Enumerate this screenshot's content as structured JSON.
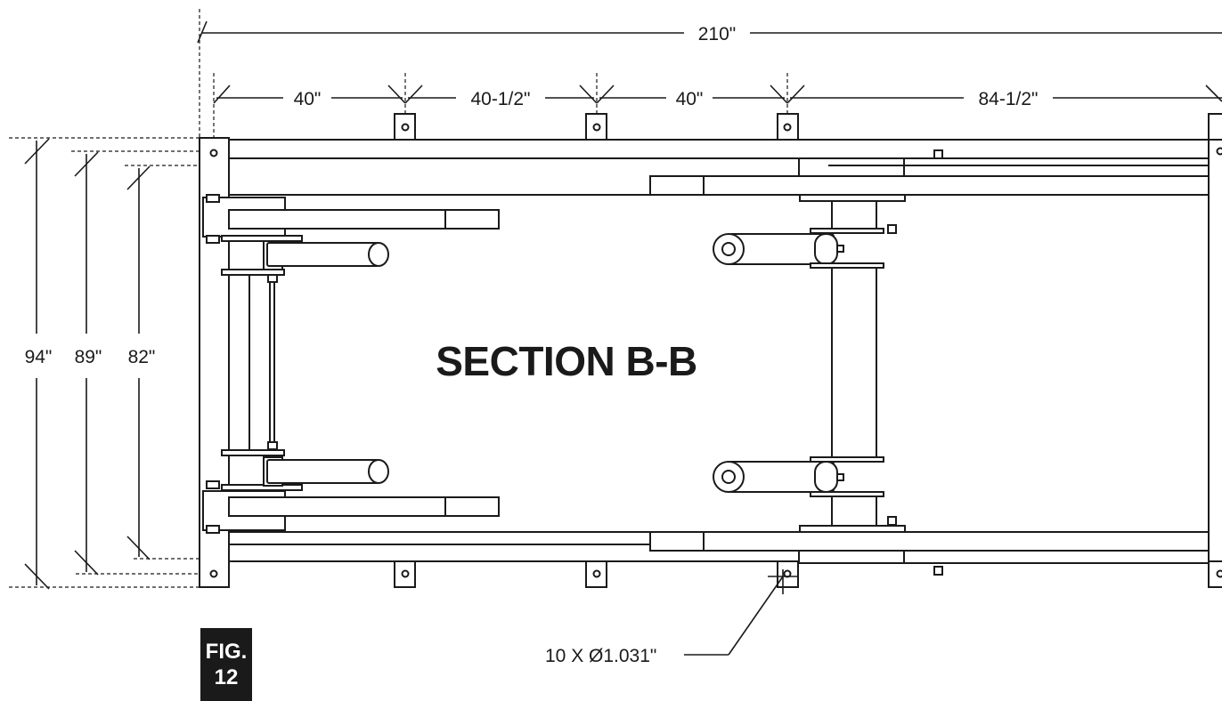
{
  "drawing": {
    "section_title": "SECTION B-B",
    "figure_label_line1": "FIG.",
    "figure_label_line2": "12",
    "overall_length": "210\"",
    "segments": [
      "40\"",
      "40-1/2\"",
      "40\"",
      "84-1/2\""
    ],
    "heights": [
      "94\"",
      "89\"",
      "82\""
    ],
    "hole_callout": "10 X Ø1.031\""
  },
  "colors": {
    "ink": "#1a1a1a",
    "paper": "#ffffff"
  }
}
